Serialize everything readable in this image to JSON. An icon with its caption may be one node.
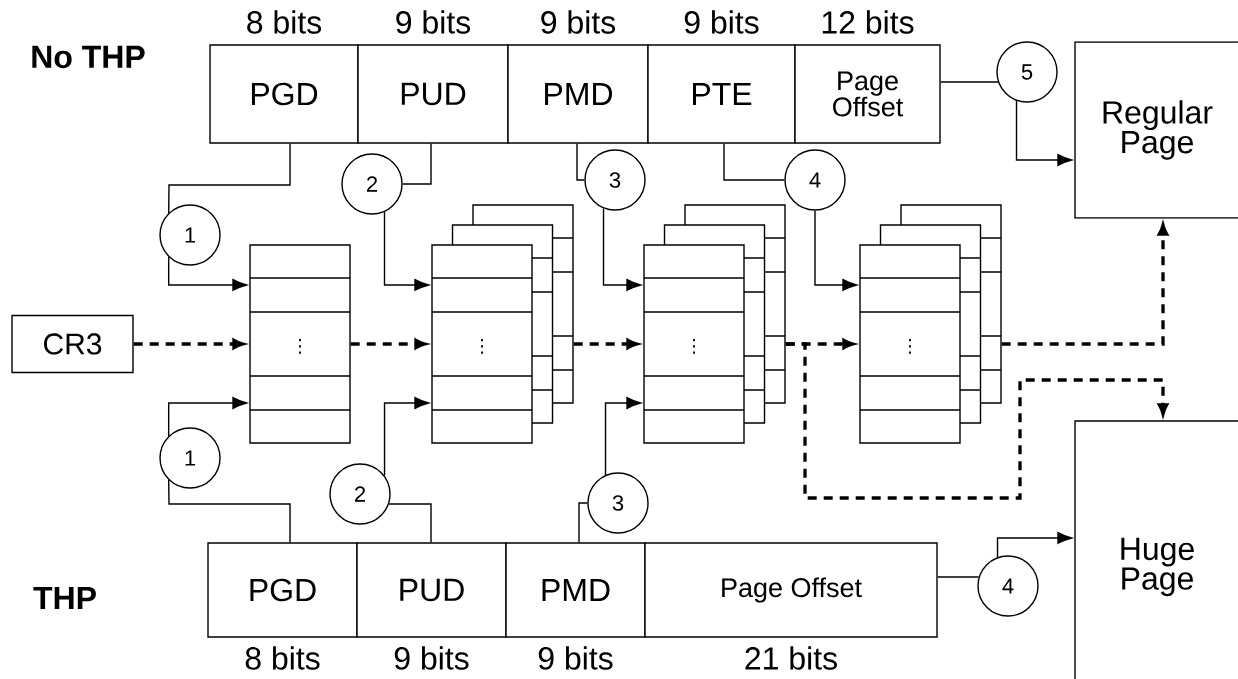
{
  "diagram": {
    "nodes": [
      {
        "text": [
          "PGD"
        ],
        "beside": [
          "8 bits"
        ]
      },
      {
        "text": [
          "PUD"
        ],
        "beside": [
          "9 bits"
        ]
      },
      {
        "text": [
          "PMD"
        ],
        "beside": [
          "9 bits"
        ]
      },
      {
        "text": [
          "PTE"
        ],
        "beside": [
          "9 bits"
        ]
      },
      {
        "text": [
          "Page Offset"
        ],
        "beside": [
          "12 bits"
        ]
      },
      {
        "text": [
          "1"
        ]
      },
      {
        "text": [
          "2"
        ]
      },
      {
        "text": [
          "3"
        ]
      },
      {
        "text": [
          "4"
        ]
      },
      {
        "text": [
          "5"
        ]
      },
      {
        "text": [
          "Regular Page"
        ]
      },
      {
        "text": [
          "CR3"
        ]
      },
      {
        "text": [
          "⋮"
        ]
      },
      {
        "text": [
          "⋮"
        ]
      },
      {
        "text": [
          "⋮"
        ]
      },
      {
        "text": [
          "⋮"
        ]
      },
      {
        "text": [
          "1"
        ]
      },
      {
        "text": [
          "2"
        ]
      },
      {
        "text": [
          "3"
        ]
      },
      {
        "text": [
          "Huge Page"
        ]
      },
      {
        "text": [
          "PGD"
        ],
        "beside": [
          "8 bits"
        ]
      },
      {
        "text": [
          "PUD"
        ],
        "beside": [
          "9 bits"
        ]
      },
      {
        "text": [
          "PMD"
        ],
        "beside": [
          "9 bits"
        ]
      },
      {
        "text": [
          "Page Offset"
        ],
        "beside": [
          "21 bits"
        ]
      },
      {
        "text": [
          "4"
        ]
      }
    ],
    "edges": [
      {
        "from": 0,
        "to": 5,
        "arrow": "none"
      },
      {
        "from": 5,
        "to": 12,
        "arrow": "to"
      },
      {
        "from": 1,
        "to": 6,
        "arrow": "none"
      },
      {
        "from": 6,
        "to": 13,
        "arrow": "to"
      },
      {
        "from": 2,
        "to": 7,
        "arrow": "none"
      },
      {
        "from": 7,
        "to": 14,
        "arrow": "to"
      },
      {
        "from": 3,
        "to": 8,
        "arrow": "none"
      },
      {
        "from": 8,
        "to": 15,
        "arrow": "to"
      },
      {
        "from": 4,
        "to": 9,
        "arrow": "none"
      },
      {
        "from": 9,
        "to": 10,
        "arrow": "to"
      },
      {
        "from": 11,
        "to": 12,
        "arrow": "to",
        "style": "dashed"
      },
      {
        "from": 12,
        "to": 13,
        "arrow": "to",
        "style": "dashed"
      },
      {
        "from": 13,
        "to": 14,
        "arrow": "to",
        "style": "dashed"
      },
      {
        "from": 14,
        "to": 15,
        "arrow": "to",
        "style": "dashed"
      },
      {
        "from": 15,
        "to": 10,
        "arrow": "to",
        "style": "dashed"
      },
      {
        "from": 14,
        "to": 19,
        "arrow": "to",
        "style": "dashed"
      },
      {
        "from": 20,
        "to": 16,
        "arrow": "none"
      },
      {
        "from": 16,
        "to": 12,
        "arrow": "to"
      },
      {
        "from": 21,
        "to": 17,
        "arrow": "none"
      },
      {
        "from": 17,
        "to": 13,
        "arrow": "to"
      },
      {
        "from": 22,
        "to": 18,
        "arrow": "none"
      },
      {
        "from": 18,
        "to": 14,
        "arrow": "to"
      },
      {
        "from": 23,
        "to": 24,
        "arrow": "none"
      },
      {
        "from": 24,
        "to": 19,
        "arrow": "to"
      }
    ],
    "labels": [
      "No THP",
      "THP"
    ]
  }
}
